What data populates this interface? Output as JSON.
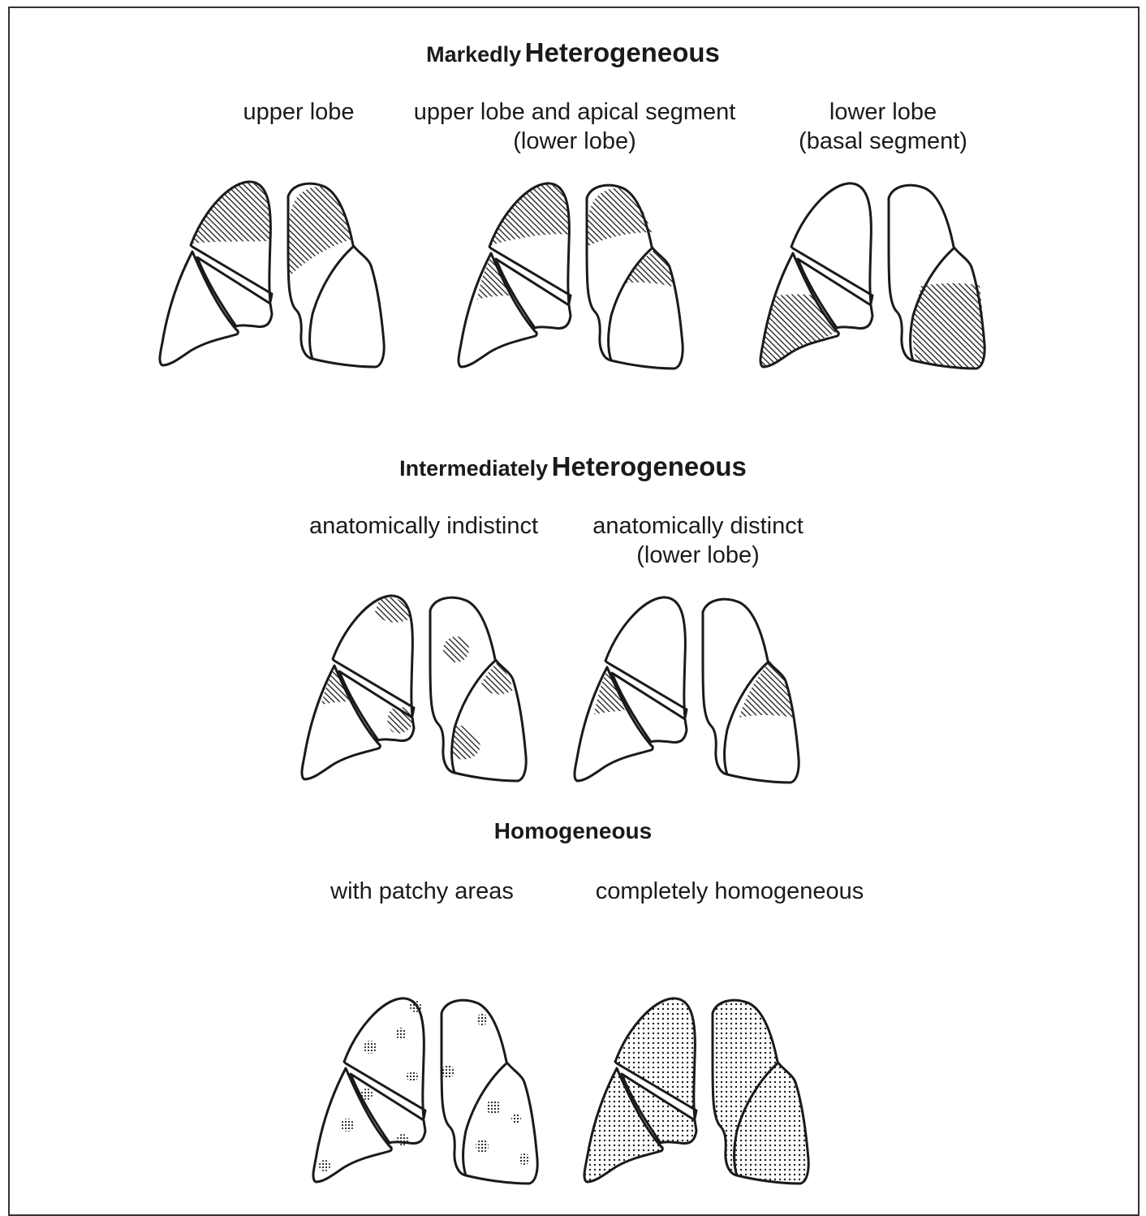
{
  "sections": {
    "markedly": {
      "title_small": "Markedly",
      "title_big": "Heterogeneous",
      "captions": [
        {
          "line1": "upper lobe",
          "line2": ""
        },
        {
          "line1": "upper lobe and apical segment",
          "line2": "(lower lobe)"
        },
        {
          "line1": "lower lobe",
          "line2": "(basal segment)"
        }
      ]
    },
    "intermediate": {
      "title_small": "Intermediately",
      "title_big": "Heterogeneous",
      "captions": [
        {
          "line1": "anatomically indistinct",
          "line2": ""
        },
        {
          "line1": "anatomically distinct",
          "line2": "(lower lobe)"
        }
      ]
    },
    "homogeneous": {
      "title": "Homogeneous",
      "captions": [
        {
          "line1": "with patchy areas"
        },
        {
          "line1": "completely homogeneous"
        }
      ]
    }
  },
  "colors": {
    "line": "#1a1a1a",
    "background": "#ffffff",
    "frame": "#333333"
  }
}
